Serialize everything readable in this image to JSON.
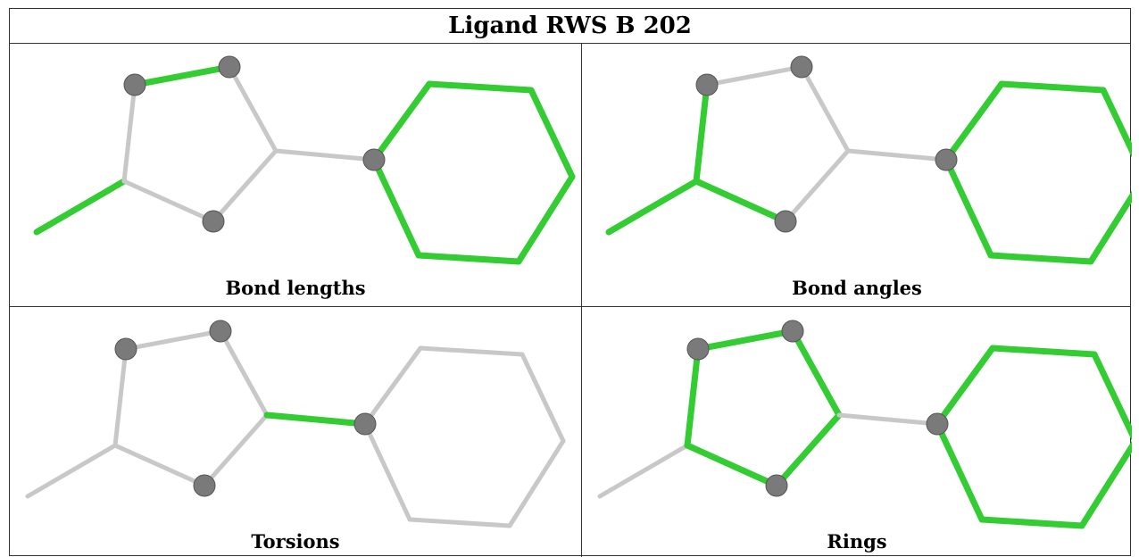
{
  "title": "Ligand RWS B 202",
  "panels": [
    {
      "label": "Bond lengths",
      "highlight": [
        "methyl",
        "b1",
        "ring6"
      ]
    },
    {
      "label": "Bond angles",
      "highlight": [
        "methyl",
        "b5",
        "b6",
        "ring6"
      ]
    },
    {
      "label": "Torsions",
      "highlight": [
        "link"
      ]
    },
    {
      "label": "Rings",
      "highlight": [
        "ring5",
        "ring6"
      ]
    }
  ],
  "colors": {
    "highlight": "#33cc33",
    "bond": "#c8c8c8",
    "atom": "#7a7a7a"
  }
}
